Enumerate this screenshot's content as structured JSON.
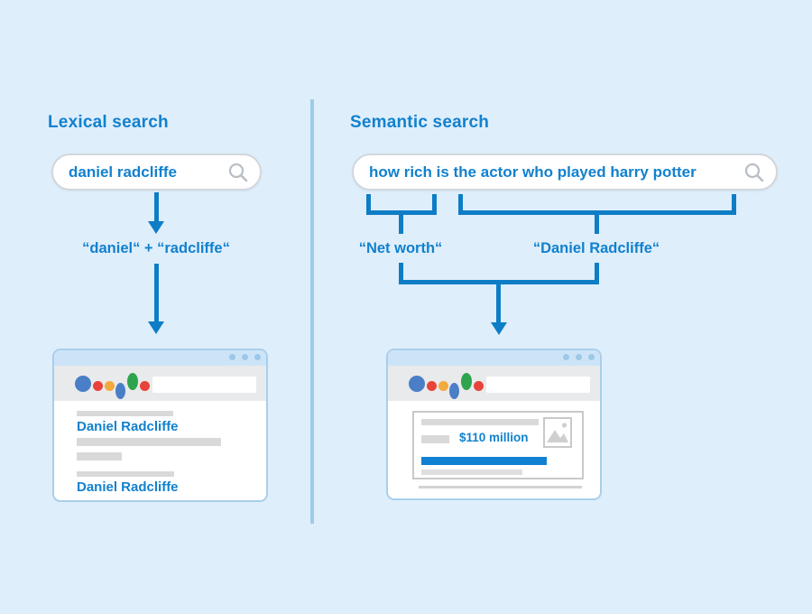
{
  "colors": {
    "background": "#deeefb",
    "text_blue": "#1181ce",
    "arrow_blue": "#0e7dc6",
    "divider_blue": "#a0cae9",
    "window_border": "#a8cfec",
    "titlebar_blue": "#cde4f8",
    "chrome_gray": "#e9eaeb",
    "placeholder_gray": "#d9d9d9",
    "snippet_bar_blue": "#1181d2",
    "google_blue": "#4a7ec7",
    "google_red": "#e8433a",
    "google_yellow": "#f3a93b",
    "google_green": "#2fa44f"
  },
  "lexical": {
    "heading": "Lexical search",
    "query": "daniel radcliffe",
    "tokens": "“daniel“ + “radcliffe“",
    "results": {
      "title_1": "Daniel Radcliffe",
      "title_2": "Daniel Radcliffe"
    }
  },
  "semantic": {
    "heading": "Semantic search",
    "query": "how rich is the actor who played harry potter",
    "entities": {
      "entity_1": "“Net worth“",
      "entity_2": "“Daniel Radcliffe“"
    },
    "snippet": {
      "value": "$110 million"
    }
  }
}
